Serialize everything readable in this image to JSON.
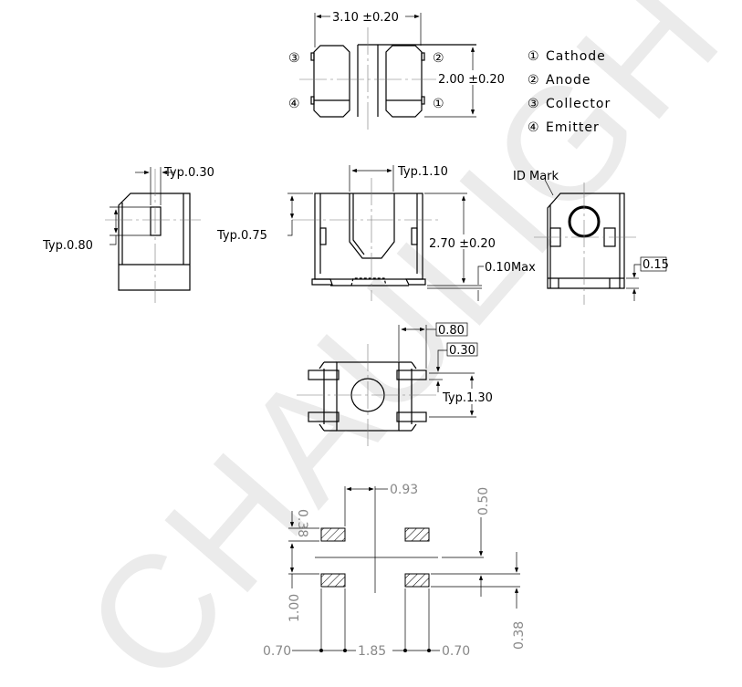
{
  "watermark": "CHAULIGHT",
  "top_view": {
    "width_dim": "3.10 ±0.20",
    "height_dim": "2.00 ±0.20",
    "pin_marks": [
      "①",
      "②",
      "③",
      "④"
    ]
  },
  "legend": [
    {
      "num": "①",
      "label": "Cathode"
    },
    {
      "num": "②",
      "label": "Anode"
    },
    {
      "num": "③",
      "label": "Collector"
    },
    {
      "num": "④",
      "label": "Emitter"
    }
  ],
  "side_view": {
    "slot_width": "Typ.0.30",
    "slot_height": "Typ.0.80"
  },
  "front_view": {
    "gap_width": "Typ.1.10",
    "depth": "Typ.0.75",
    "height_dim": "2.70 ±0.20",
    "coplanarity": "0.10Max"
  },
  "rear_view": {
    "id_mark": "ID Mark",
    "standoff": "0.15"
  },
  "bottom_view": {
    "pad_length": "0.80",
    "pad_offset": "0.30",
    "pad_pitch": "Typ.1.30"
  },
  "footprint": {
    "gap_x": "0.93",
    "pad_h_top": "0.38",
    "pitch_y": "1.00",
    "gap_y": "0.50",
    "pad_h_bottom": "0.38",
    "pad_w_left": "0.70",
    "center_span": "1.85",
    "pad_w_right": "0.70"
  }
}
